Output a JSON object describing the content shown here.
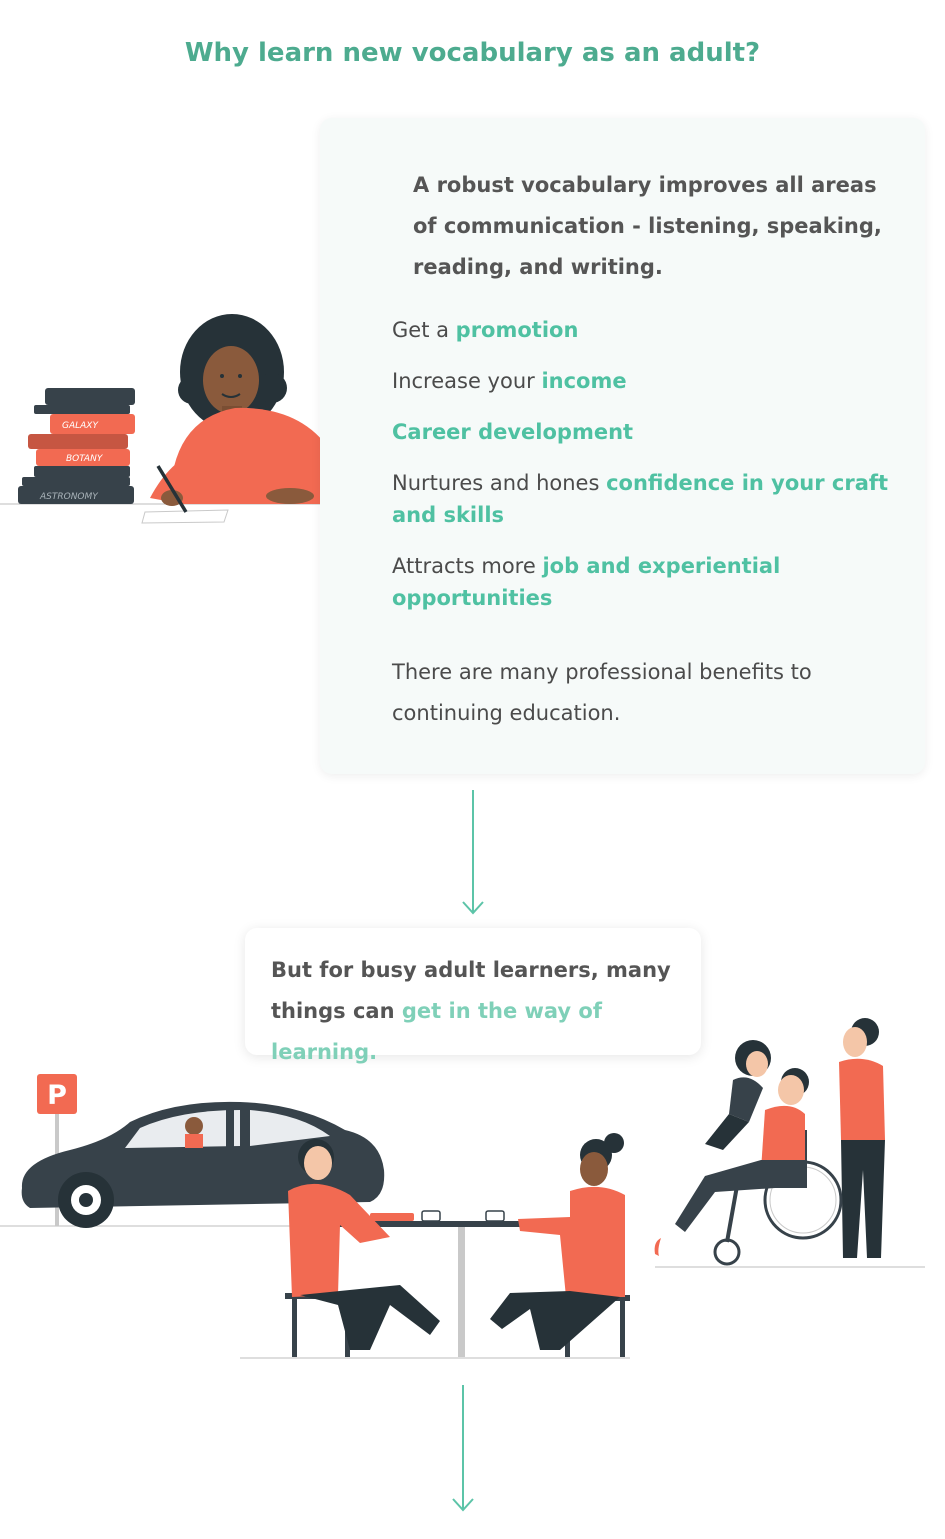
{
  "title": "Why learn new vocabulary as an adult?",
  "card": {
    "intro": "A robust vocabulary improves all areas of communication - listening, speaking, reading, and writing.",
    "benefits": [
      {
        "plain": "Get a ",
        "highlight": "promotion"
      },
      {
        "plain": "Increase your ",
        "highlight": "income"
      },
      {
        "plain": "",
        "highlight": "Career development"
      },
      {
        "plain": "Nurtures and hones ",
        "highlight": "confidence in your craft and skills"
      },
      {
        "plain": "Attracts more ",
        "highlight": "job and experiential opportunities"
      }
    ],
    "closing": "There are many professional benefits to continuing education."
  },
  "obstacles": {
    "plain": "But for busy adult learners, many things can ",
    "highlight": "get in the way of learning."
  },
  "illustration": {
    "books": [
      "GALAXY",
      "BOTANY",
      "ASTRONOMY"
    ],
    "parking_sign": "P"
  },
  "colors": {
    "title": "#4dab8f",
    "highlight": "#4fc1a2",
    "accent": "#f26a52",
    "dark": "#37424a",
    "card_bg": "#f6faf9"
  },
  "icons": [
    "down-arrow-icon",
    "parking-sign-icon"
  ]
}
